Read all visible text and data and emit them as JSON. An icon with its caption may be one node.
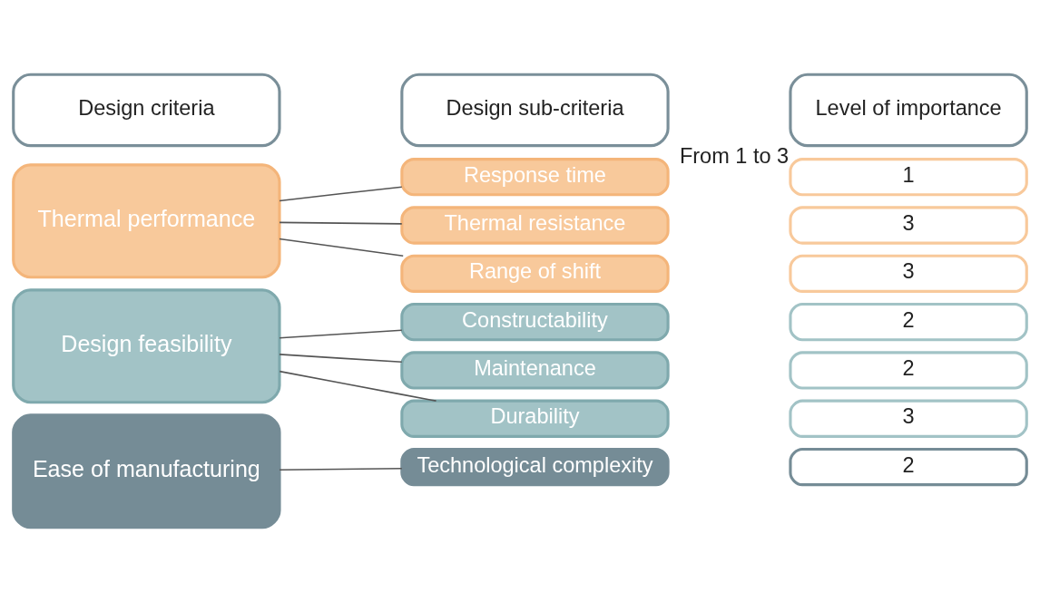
{
  "diagram": {
    "nodes": [
      {
        "text": [
          "Design criteria"
        ]
      },
      {
        "text": [
          "Design sub-criteria"
        ]
      },
      {
        "text": [
          "Level of importance"
        ],
        "beside": [
          "From 1 to 3"
        ]
      },
      {
        "text": [
          "Thermal performance"
        ]
      },
      {
        "text": [
          "Response time"
        ]
      },
      {
        "text": [
          "1"
        ]
      },
      {
        "text": [
          "Thermal resistance"
        ]
      },
      {
        "text": [
          "3"
        ]
      },
      {
        "text": [
          "Range of shift"
        ]
      },
      {
        "text": [
          "3"
        ]
      },
      {
        "text": [
          "Design feasibility"
        ]
      },
      {
        "text": [
          "Constructability"
        ]
      },
      {
        "text": [
          "2"
        ]
      },
      {
        "text": [
          "Maintenance"
        ]
      },
      {
        "text": [
          "2"
        ]
      },
      {
        "text": [
          "Durability"
        ]
      },
      {
        "text": [
          "3"
        ]
      },
      {
        "text": [
          "Ease of manufacturing"
        ]
      },
      {
        "text": [
          "Technological complexity"
        ]
      },
      {
        "text": [
          "2"
        ]
      }
    ],
    "edges": [
      {
        "from": 3,
        "to": 4,
        "arrow": "none"
      },
      {
        "from": 3,
        "to": 6,
        "arrow": "none"
      },
      {
        "from": 3,
        "to": 8,
        "arrow": "none"
      },
      {
        "from": 10,
        "to": 11,
        "arrow": "none"
      },
      {
        "from": 10,
        "to": 13,
        "arrow": "none"
      },
      {
        "from": 10,
        "to": 15,
        "arrow": "none"
      },
      {
        "from": 17,
        "to": 18,
        "arrow": "none"
      }
    ]
  }
}
